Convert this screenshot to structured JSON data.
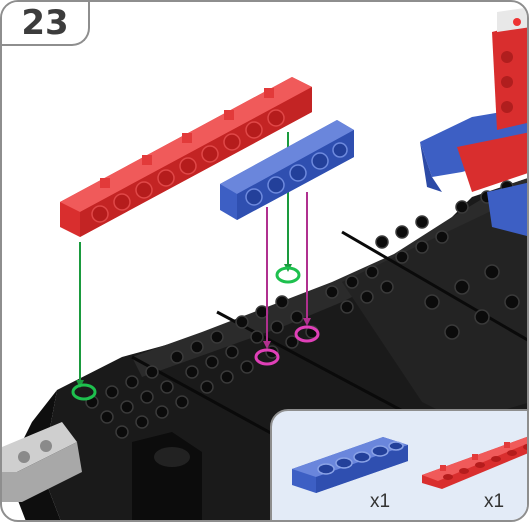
{
  "step": {
    "number": "23"
  },
  "parts_list": {
    "items": [
      {
        "name": "blue-5-hole-beam",
        "quantity": "x1",
        "color": "#3d5fc4"
      },
      {
        "name": "red-beam",
        "quantity": "x1",
        "color": "#d92e2e"
      }
    ]
  },
  "colors": {
    "plate_black": "#1a1a1a",
    "beam_red": "#d92e2e",
    "beam_blue": "#3d5fc4",
    "guide_green": "#1a9a3e",
    "guide_magenta": "#b0308f",
    "panel_background": "#e3ebf7"
  }
}
